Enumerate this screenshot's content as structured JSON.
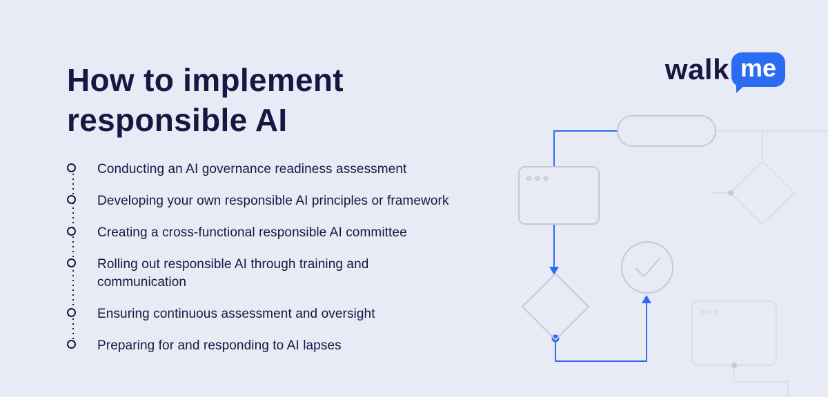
{
  "colors": {
    "bg": "#e8eaf5",
    "navy": "#181643",
    "blue": "#2c6cf2",
    "gray": "#c4c9d8",
    "faded": "#dadeeb",
    "white": "#ffffff"
  },
  "header": {
    "title_line1": "How to implement",
    "title_line2": "responsible AI"
  },
  "logo": {
    "walk": "walk",
    "me": "me"
  },
  "checklist": {
    "items": [
      {
        "text": "Conducting an AI governance readiness assessment"
      },
      {
        "text": "Developing your own responsible AI principles or framework"
      },
      {
        "text": "Creating a cross-functional responsible AI committee"
      },
      {
        "text": "Rolling out responsible AI through training and\ncommunication"
      },
      {
        "text": "Ensuring continuous assessment and oversight"
      },
      {
        "text": "Preparing for and responding to AI lapses"
      }
    ]
  },
  "illustration": {
    "shapes": [
      "pill-start-node",
      "browser-window-node",
      "decision-diamond-node",
      "check-circle-node",
      "faded-diamond-node",
      "faded-browser-window-node"
    ]
  }
}
